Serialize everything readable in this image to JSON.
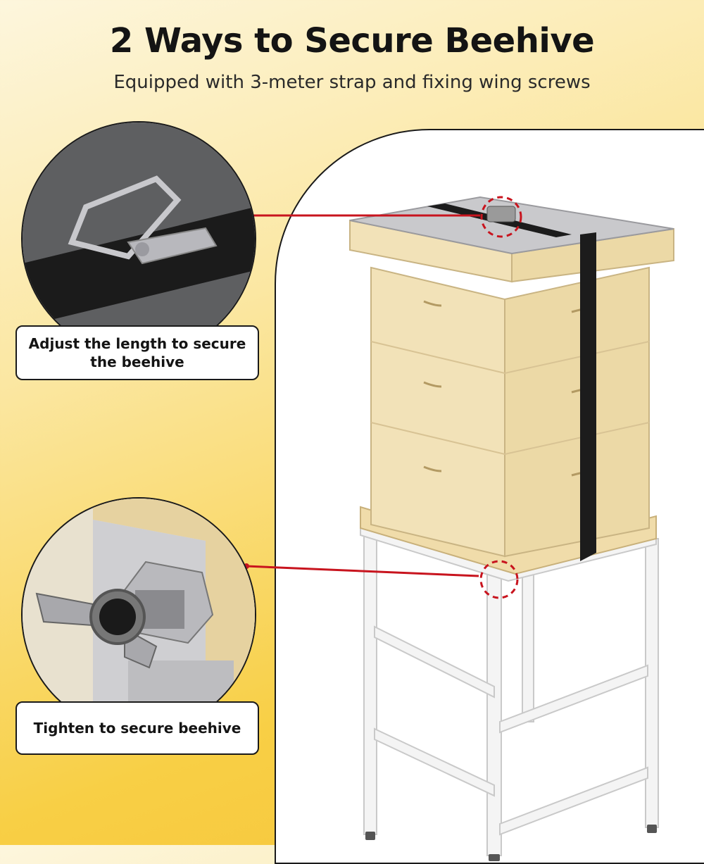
{
  "header": {
    "title": "2 Ways to Secure Beehive",
    "subtitle": "Equipped with 3-meter strap and fixing wing screws"
  },
  "callouts": [
    {
      "caption": "Adjust the length to secure the beehive",
      "icon": "ratchet-buckle-icon"
    },
    {
      "caption": "Tighten to secure beehive",
      "icon": "wing-screw-icon"
    }
  ],
  "colors": {
    "accent_red": "#c8141e",
    "background_yellow": "#f8cf45",
    "hive_wood": "#f2e2b8",
    "stand_metal": "#f1f1f1",
    "strap": "#1c1c1c"
  }
}
